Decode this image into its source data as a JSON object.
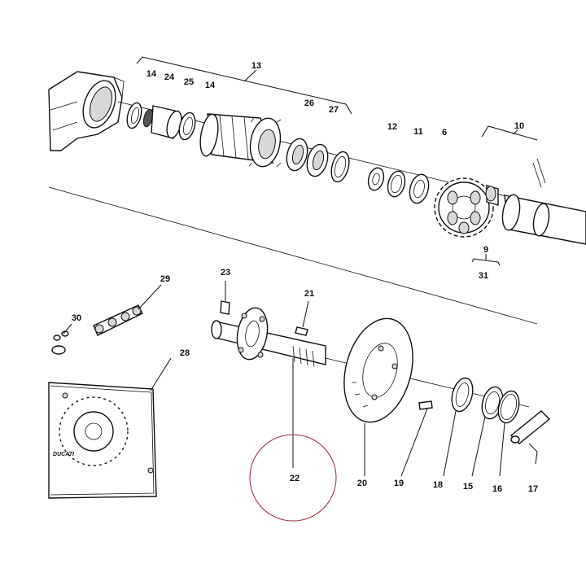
{
  "callouts": [
    {
      "id": "13",
      "text": "13"
    },
    {
      "id": "14a",
      "text": "14"
    },
    {
      "id": "24",
      "text": "24"
    },
    {
      "id": "25",
      "text": "25"
    },
    {
      "id": "14b",
      "text": "14"
    },
    {
      "id": "26",
      "text": "26"
    },
    {
      "id": "27",
      "text": "27"
    },
    {
      "id": "12",
      "text": "12"
    },
    {
      "id": "11",
      "text": "11"
    },
    {
      "id": "6",
      "text": "6"
    },
    {
      "id": "10",
      "text": "10"
    },
    {
      "id": "9",
      "text": "9"
    },
    {
      "id": "31",
      "text": "31"
    },
    {
      "id": "23",
      "text": "23"
    },
    {
      "id": "29",
      "text": "29"
    },
    {
      "id": "21",
      "text": "21"
    },
    {
      "id": "30",
      "text": "30"
    },
    {
      "id": "28",
      "text": "28"
    },
    {
      "id": "22",
      "text": "22"
    },
    {
      "id": "20",
      "text": "20"
    },
    {
      "id": "19",
      "text": "19"
    },
    {
      "id": "18",
      "text": "18"
    },
    {
      "id": "15",
      "text": "15"
    },
    {
      "id": "16",
      "text": "16"
    },
    {
      "id": "17",
      "text": "17"
    }
  ],
  "cover_logo_text": "DUCATI",
  "highlight_color": "#9b2335"
}
